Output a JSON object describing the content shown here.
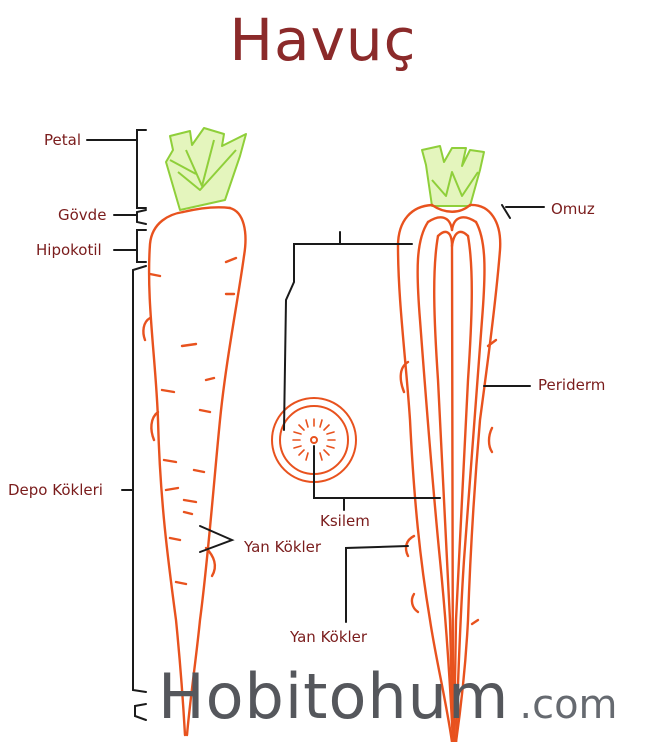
{
  "title": "Havuç",
  "labels": {
    "petal": "Petal",
    "govde": "Gövde",
    "hipokotil": "Hipokotil",
    "depo_kokleri": "Depo Kökleri",
    "yan_kokler_left": "Yan Kökler",
    "omuz": "Omuz",
    "periderm": "Periderm",
    "ksilem": "Ksilem",
    "yan_kokler_bottom": "Yan Kökler"
  },
  "watermark": {
    "main": "Hobitohum",
    "tld": ".com"
  },
  "colors": {
    "title": "#8b2a2a",
    "label": "#7a1c1c",
    "carrot": "#e8521e",
    "leaves": "#8fcf3a",
    "leaves_fill": "#d9f0a8",
    "lines": "#1a1a1a",
    "watermark": "#55575c"
  }
}
